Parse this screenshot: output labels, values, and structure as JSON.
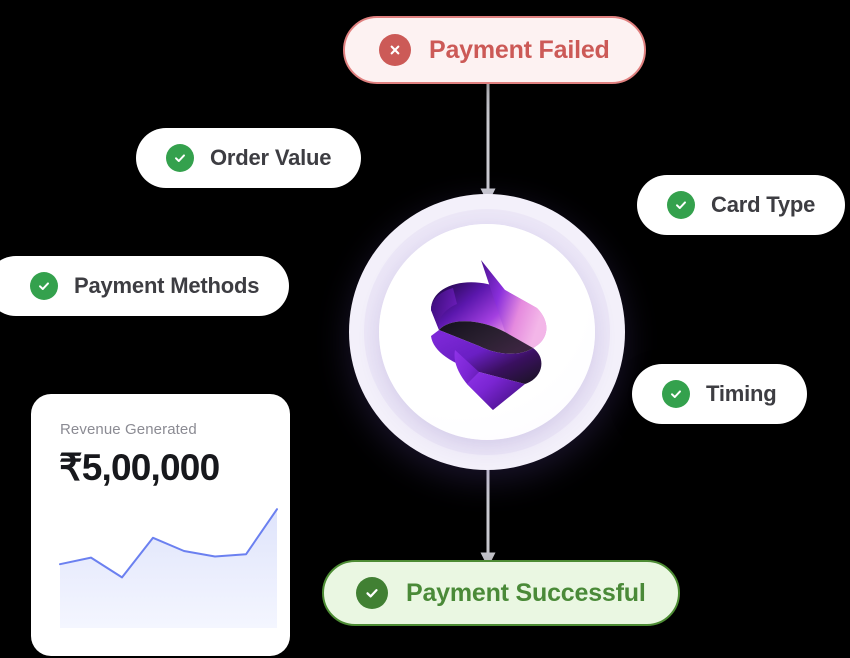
{
  "background": "#000000",
  "hub": {
    "name": "brand-logo",
    "icon": "ribbon-s-logo",
    "colors": {
      "purple_dark": "#3b1070",
      "purple": "#7b20d8",
      "violet": "#9b4bf0",
      "magenta": "#e07ad6",
      "pink": "#f0a5e2",
      "shadow_dark": "#231826"
    },
    "ring_outer": "#f3f0fa",
    "ring_mid": "#ece7f7",
    "core": "#ffffff"
  },
  "nodes": {
    "failed": {
      "label": "Payment Failed",
      "icon": "x-circle-icon",
      "text_color": "#cc5a57",
      "bg_color": "#fdf2f2",
      "border_color": "#e0807f",
      "icon_bg": "#cc5a57"
    },
    "successful": {
      "label": "Payment Successful",
      "icon": "check-circle-icon",
      "text_color": "#4a8a38",
      "bg_color": "#eaf7e2",
      "border_color": "#4d8c34",
      "icon_bg": "#418033"
    }
  },
  "features": [
    {
      "label": "Order Value",
      "icon": "check-circle-icon",
      "icon_bg": "#34a14d"
    },
    {
      "label": "Payment Methods",
      "icon": "check-circle-icon",
      "icon_bg": "#34a14d"
    },
    {
      "label": "Card Type",
      "icon": "check-circle-icon",
      "icon_bg": "#34a14d"
    },
    {
      "label": "Timing",
      "icon": "check-circle-icon",
      "icon_bg": "#34a14d"
    }
  ],
  "connectors": [
    {
      "name": "failed-to-hub",
      "from": "Payment Failed",
      "to": "hub",
      "direction": "down",
      "color": "#c9c9cf"
    },
    {
      "name": "hub-to-successful",
      "from": "hub",
      "to": "Payment Successful",
      "direction": "down",
      "color": "#c9c9cf"
    }
  ],
  "revenue_card": {
    "title": "Revenue Generated",
    "amount": "₹5,00,000",
    "line_color": "#6b80f0",
    "fill_color": "#e6e9fb"
  },
  "chart_data": {
    "type": "area",
    "title": "Revenue Generated",
    "xlabel": "",
    "ylabel": "",
    "x": [
      0,
      1,
      2,
      3,
      4,
      5,
      6,
      7
    ],
    "values": [
      38,
      44,
      26,
      62,
      50,
      45,
      47,
      88
    ],
    "ylim": [
      0,
      100
    ],
    "grid": false,
    "legend": "none",
    "line_color": "#6b80f0",
    "fill_color": "#e6e9fb",
    "annotations": [
      "₹5,00,000"
    ]
  }
}
